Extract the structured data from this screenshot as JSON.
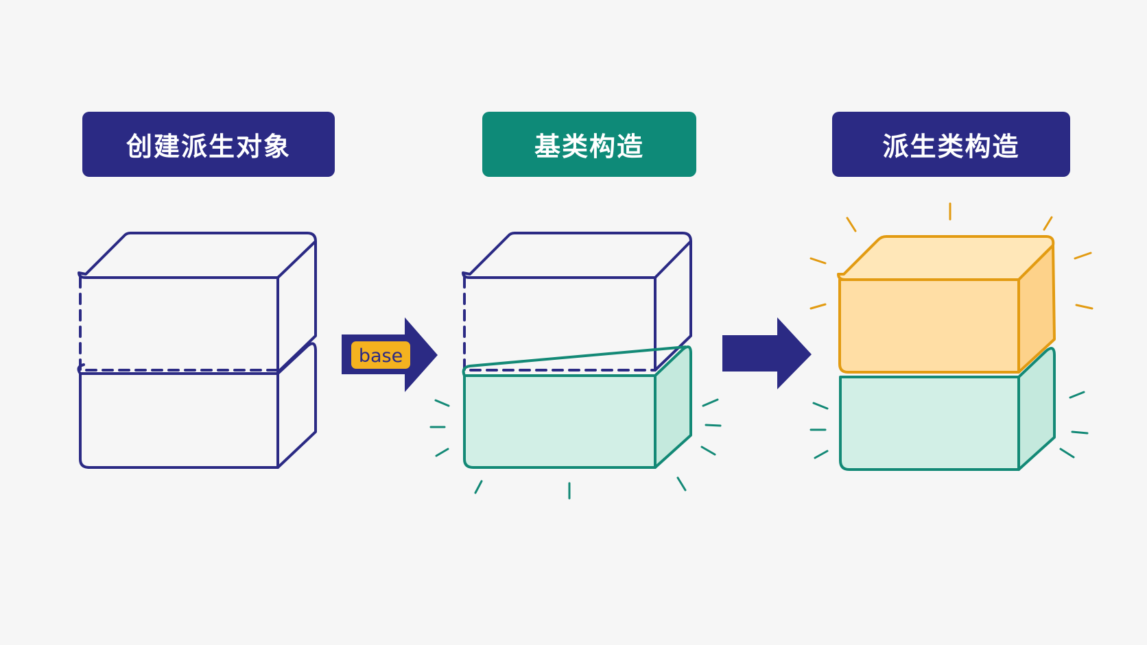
{
  "stages": [
    {
      "title": "创建派生对象",
      "color": "#2b2a84"
    },
    {
      "title": "基类构造",
      "color": "#0e8a78"
    },
    {
      "title": "派生类构造",
      "color": "#2b2a84"
    }
  ],
  "arrow_tag": "base",
  "colors": {
    "outline": "#2b2a84",
    "base_fill": "#d2efe6",
    "base_stroke": "#138976",
    "derived_fill": "#ffdea5",
    "derived_stroke": "#e29b12",
    "tag_fill": "#f4b21f",
    "background": "#f6f6f6"
  }
}
